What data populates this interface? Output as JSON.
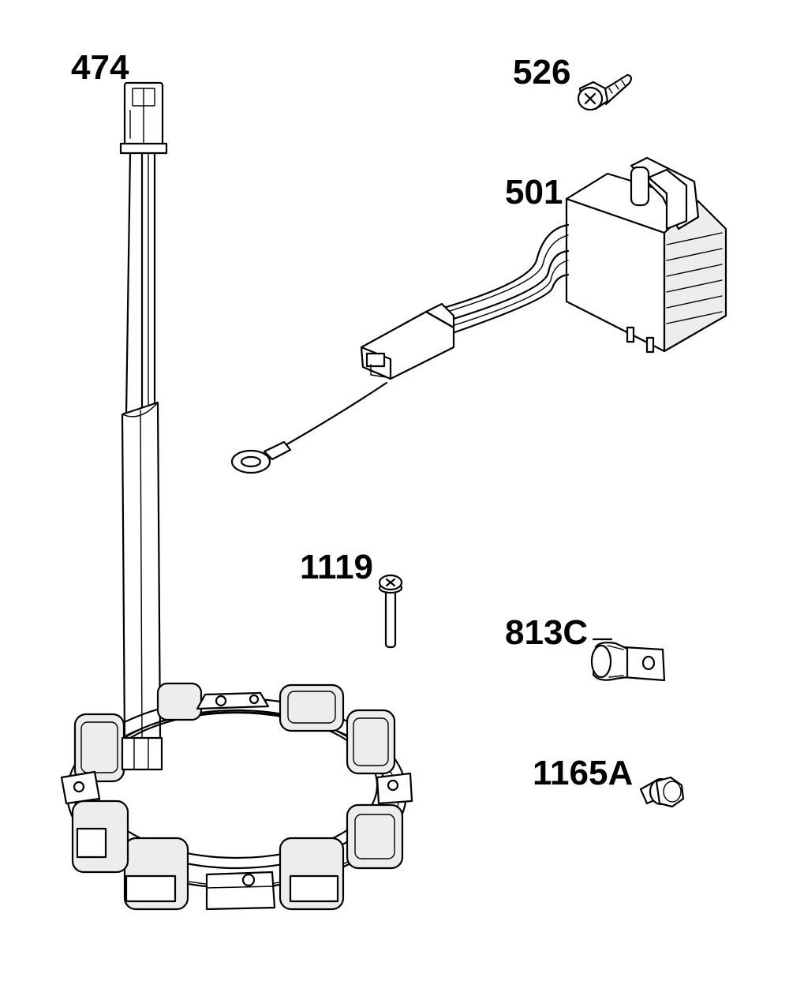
{
  "parts": [
    {
      "id": "stator",
      "label": "474"
    },
    {
      "id": "screw-526",
      "label": "526"
    },
    {
      "id": "regulator",
      "label": "501"
    },
    {
      "id": "screw-1119",
      "label": "1119"
    },
    {
      "id": "clamp",
      "label": "813C"
    },
    {
      "id": "bolt-1165a",
      "label": "1165A"
    }
  ]
}
